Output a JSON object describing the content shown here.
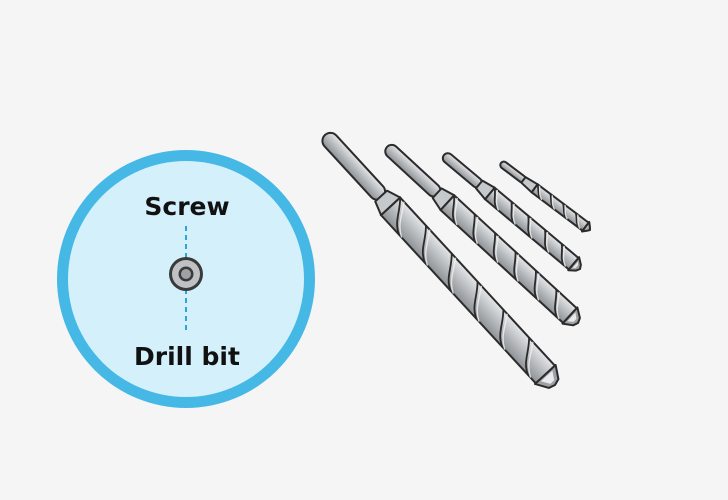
{
  "diagram": {
    "circle_labels": {
      "top": "Screw",
      "bottom": "Drill bit"
    },
    "drill_bits": [
      {
        "size": "largest"
      },
      {
        "size": "large"
      },
      {
        "size": "medium"
      },
      {
        "size": "small"
      }
    ]
  },
  "colors": {
    "background": "#f5f5f6",
    "circle_ring": "#45b8e6",
    "circle_fill": "#d3f0fb",
    "guide_line": "#2aa4d9",
    "bit_metal": "#b9bcbf",
    "bit_outline": "#2b2b2b"
  },
  "icons": [
    "screw-head-icon",
    "drill-bit-icon"
  ]
}
